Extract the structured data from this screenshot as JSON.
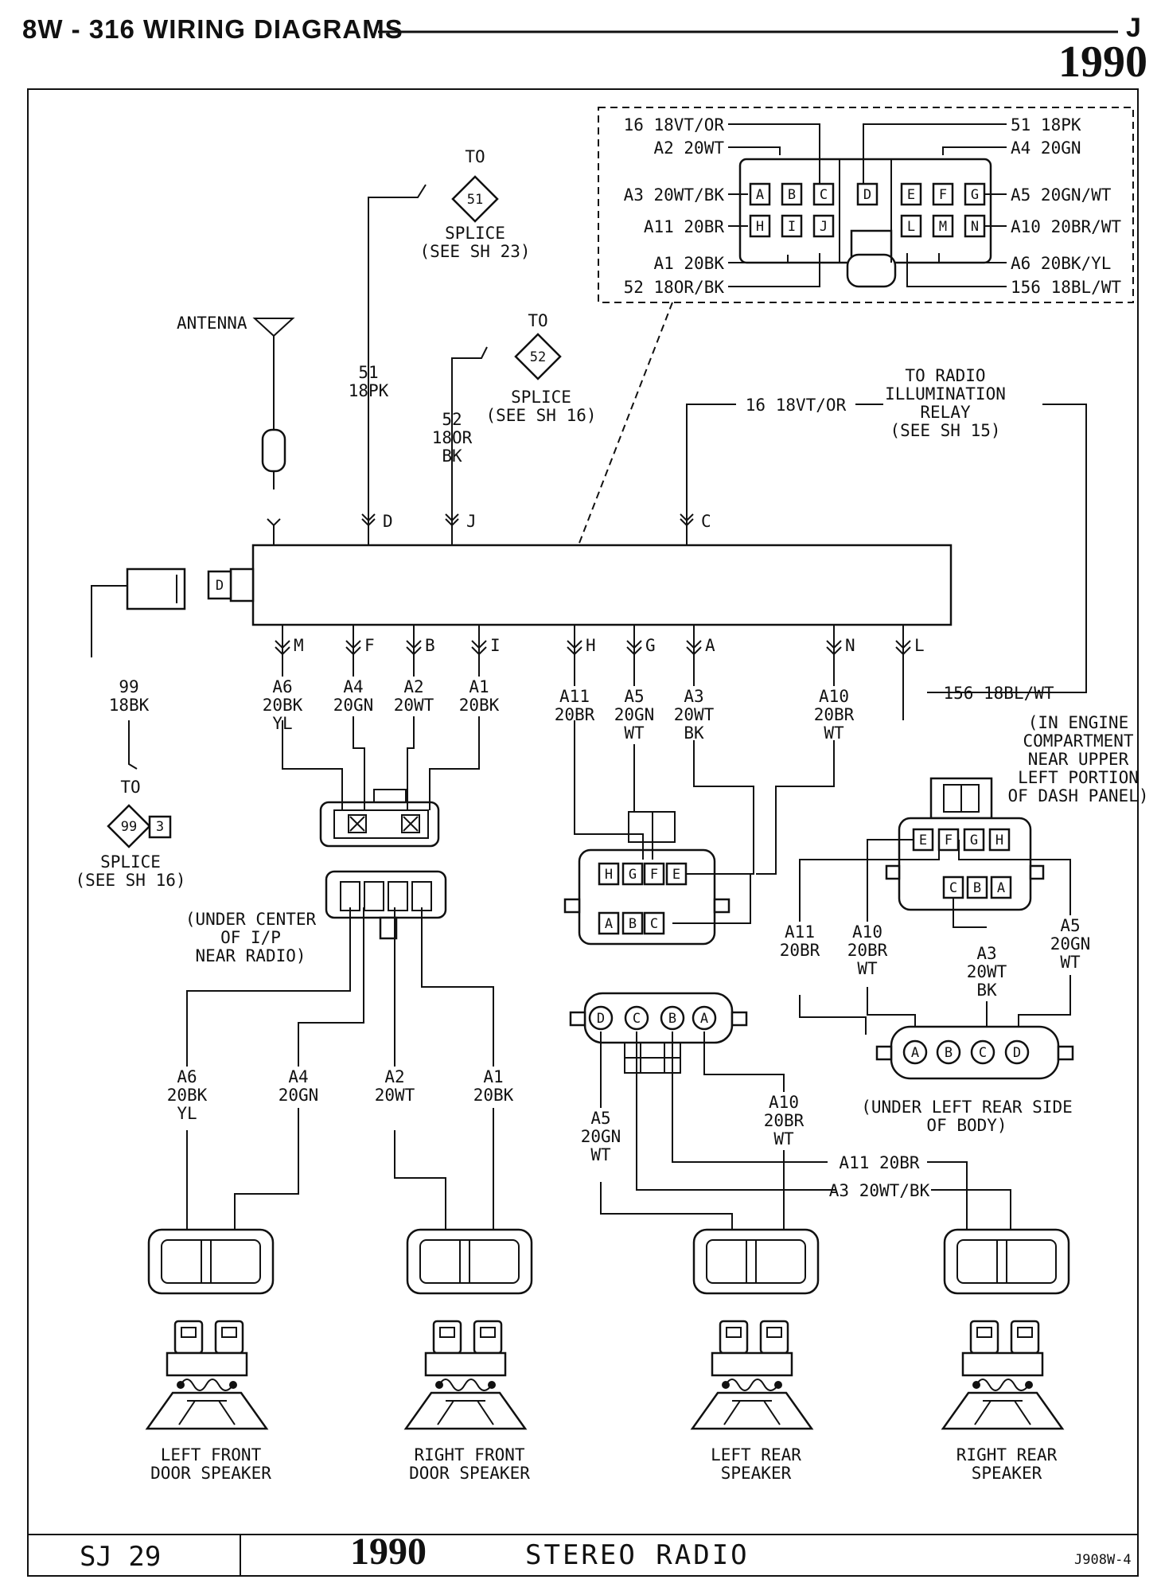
{
  "header": {
    "title": "8W - 316 WIRING DIAGRAMS",
    "letter": "J",
    "year": "1990"
  },
  "inset": {
    "left_wires": [
      "16 18VT/OR",
      "A2 20WT",
      "A3 20WT/BK",
      "A11 20BR",
      "A1 20BK",
      "52 18OR/BK"
    ],
    "right_wires": [
      "51 18PK",
      "A4 20GN",
      "A5 20GN/WT",
      "A10 20BR/WT",
      "A6 20BK/YL",
      "156 18BL/WT"
    ],
    "pins_row1": [
      "A",
      "B",
      "C",
      "D",
      "E",
      "F",
      "G"
    ],
    "pins_row2": [
      "H",
      "I",
      "J",
      "L",
      "M",
      "N"
    ]
  },
  "top": {
    "to": "TO",
    "splice51": "51",
    "splice51_label": "SPLICE",
    "splice51_ref": "(SEE SH 23)",
    "splice52": "52",
    "splice52_label": "SPLICE",
    "splice52_ref": "(SEE SH 16)",
    "antenna": "ANTENNA",
    "wire51": [
      "51",
      "18PK"
    ],
    "wire52": [
      "52",
      "18OR",
      "BK"
    ],
    "wire16": "16 18VT/OR",
    "relay": [
      "TO RADIO",
      "ILLUMINATION",
      "RELAY",
      "(SEE SH 15)"
    ]
  },
  "radio": {
    "pin_D": "D",
    "pins_top": [
      "D",
      "J",
      "C"
    ],
    "pins_bottom": [
      "M",
      "F",
      "B",
      "I",
      "H",
      "G",
      "A",
      "N",
      "L"
    ],
    "wire156": "156 18BL/WT",
    "wire99": [
      "99",
      "18BK"
    ],
    "splice99": "99",
    "splice99_pin": "3",
    "splice99_to": "TO",
    "splice99_label": "SPLICE",
    "splice99_ref": "(SEE SH 16)"
  },
  "wires_under_radio": [
    [
      "A6",
      "20BK",
      "YL"
    ],
    [
      "A4",
      "20GN"
    ],
    [
      "A2",
      "20WT"
    ],
    [
      "A1",
      "20BK"
    ],
    [
      "A11",
      "20BR"
    ],
    [
      "A5",
      "20GN",
      "WT"
    ],
    [
      "A3",
      "20WT",
      "BK"
    ],
    [
      "A10",
      "20BR",
      "WT"
    ]
  ],
  "connector_mid": {
    "pins_top": [
      "H",
      "G",
      "F",
      "E"
    ],
    "pins_bottom": [
      "A",
      "B",
      "C"
    ]
  },
  "engine_note": [
    "(IN ENGINE",
    "COMPARTMENT",
    "NEAR UPPER",
    "LEFT PORTION",
    "OF DASH PANEL)"
  ],
  "connector_engine": {
    "pins_top": [
      "E",
      "F",
      "G",
      "H"
    ],
    "pins_bottom": [
      "C",
      "B",
      "A"
    ]
  },
  "engine_wires": [
    [
      "A11",
      "20BR"
    ],
    [
      "A10",
      "20BR",
      "WT"
    ],
    [
      "A3",
      "20WT",
      "BK"
    ],
    [
      "A5",
      "20GN",
      "WT"
    ]
  ],
  "connector_rear": {
    "pins": [
      "A",
      "B",
      "C",
      "D"
    ]
  },
  "rear_note": [
    "(UNDER LEFT REAR SIDE",
    "OF BODY)"
  ],
  "connector_center": {
    "pins": [
      "D",
      "C",
      "B",
      "A"
    ]
  },
  "ip_note": [
    "(UNDER CENTER",
    "OF I/P",
    "NEAR RADIO)"
  ],
  "front_wires": [
    [
      "A6",
      "20BK",
      "YL"
    ],
    [
      "A4",
      "20GN"
    ],
    [
      "A2",
      "20WT"
    ],
    [
      "A1",
      "20BK"
    ]
  ],
  "rear_wires": [
    [
      "A5",
      "20GN",
      "WT"
    ],
    [
      "A10",
      "20BR",
      "WT"
    ]
  ],
  "rear_wires_long": [
    "A11 20BR",
    "A3 20WT/BK"
  ],
  "speakers": [
    [
      "LEFT FRONT",
      "DOOR SPEAKER"
    ],
    [
      "RIGHT FRONT",
      "DOOR SPEAKER"
    ],
    [
      "LEFT REAR",
      "SPEAKER"
    ],
    [
      "RIGHT REAR",
      "SPEAKER"
    ]
  ],
  "footer": {
    "code": "SJ  29",
    "year": "1990",
    "title": "STEREO RADIO",
    "ref": "J908W-4"
  }
}
